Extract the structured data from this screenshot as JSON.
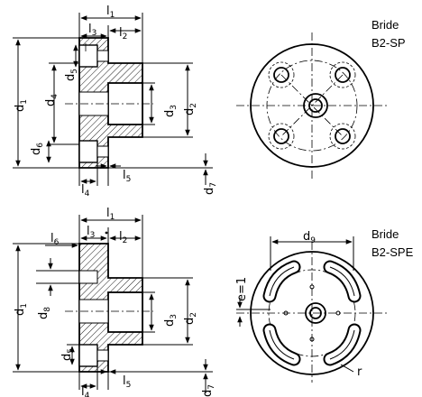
{
  "top_view_caption": {
    "line1": "Bride",
    "line2": "B2-SP"
  },
  "bottom_view_caption": {
    "line1": "Bride",
    "line2": "B2-SPE"
  },
  "top_section_labels": {
    "l1": "l",
    "l1_sub": "1",
    "l3": "l",
    "l3_sub": "3",
    "l2": "l",
    "l2_sub": "2",
    "l4": "l",
    "l4_sub": "4",
    "l5": "l",
    "l5_sub": "5",
    "d1": "d",
    "d1_sub": "1",
    "d4": "d",
    "d4_sub": "4",
    "d5": "d",
    "d5_sub": "5",
    "d6": "d",
    "d6_sub": "6",
    "d3": "d",
    "d3_sub": "3",
    "d2": "d",
    "d2_sub": "2",
    "d7": "d",
    "d7_sub": "7"
  },
  "bottom_section_labels": {
    "l1": "l",
    "l1_sub": "1",
    "l3": "l",
    "l3_sub": "3",
    "l2": "l",
    "l2_sub": "2",
    "l6": "l",
    "l6_sub": "6",
    "l4": "l",
    "l4_sub": "4",
    "l5": "l",
    "l5_sub": "5",
    "d1": "d",
    "d1_sub": "1",
    "d8": "d",
    "d8_sub": "8",
    "d5": "d",
    "d5_sub": "5",
    "d3": "d",
    "d3_sub": "3",
    "d2": "d",
    "d2_sub": "2",
    "d7": "d",
    "d7_sub": "7"
  },
  "bottom_plan_labels": {
    "d9": "d",
    "d9_sub": "9",
    "e1": "e=1",
    "r": "r"
  }
}
